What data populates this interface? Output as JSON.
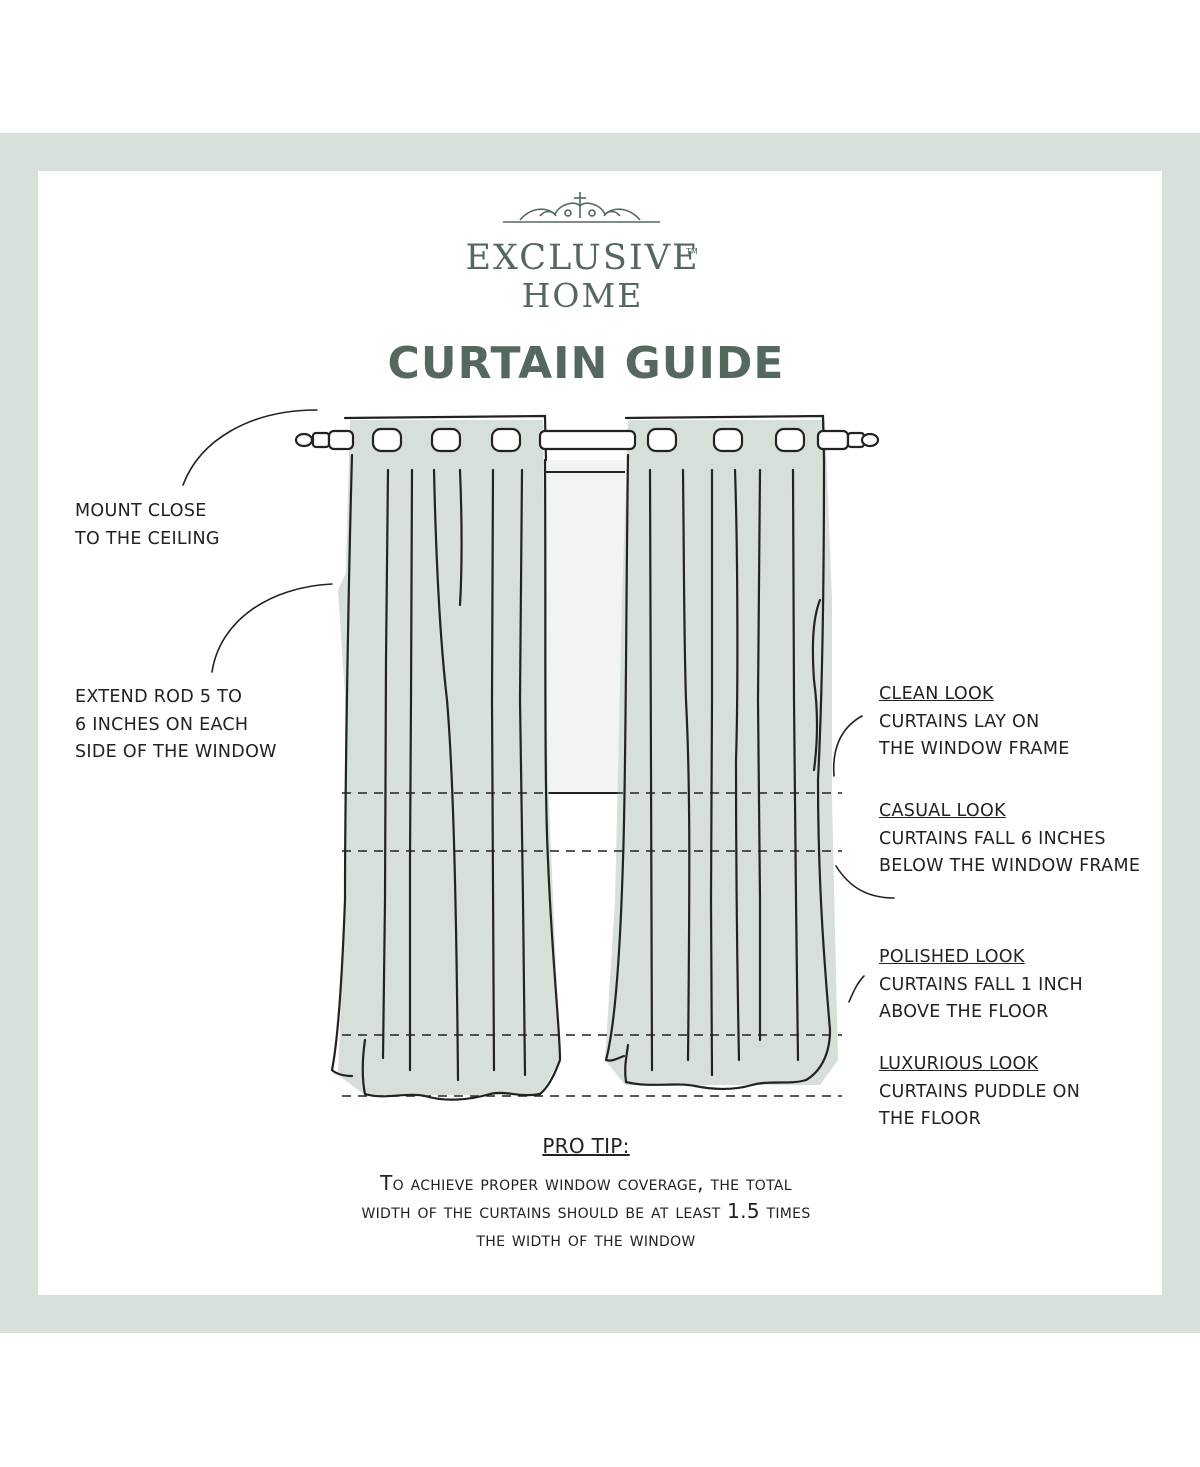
{
  "brand": {
    "line1": "EXCLUSIVE",
    "line2": "HOME",
    "tm": "TM"
  },
  "title": "CURTAIN GUIDE",
  "annotations": {
    "mount": {
      "line1": "MOUNT CLOSE",
      "line2": "TO THE CEILING"
    },
    "extend": {
      "line1": "EXTEND ROD 5 TO",
      "line2": "6 INCHES ON EACH",
      "line3": "SIDE OF THE WINDOW"
    },
    "clean": {
      "heading": "CLEAN LOOK",
      "line1": "CURTAINS LAY ON",
      "line2": "THE WINDOW FRAME"
    },
    "casual": {
      "heading": "CASUAL LOOK",
      "line1": "CURTAINS FALL 6 INCHES",
      "line2": "BELOW THE WINDOW FRAME"
    },
    "polished": {
      "heading": "POLISHED LOOK",
      "line1": "CURTAINS FALL 1 INCH",
      "line2": "ABOVE THE FLOOR"
    },
    "luxurious": {
      "heading": "LUXURIOUS LOOK",
      "line1": "CURTAINS PUDDLE ON",
      "line2": "THE FLOOR"
    }
  },
  "pro_tip": {
    "heading": "PRO TIP:",
    "line1": "To achieve proper window coverage, the total",
    "line2": "width of the curtains should be at least 1.5 times",
    "line3": "the width of the window"
  },
  "colors": {
    "frame": "#d7e1da",
    "curtain_fill": "#d6dfd8",
    "brand": "#55685e",
    "ink": "#222222"
  }
}
